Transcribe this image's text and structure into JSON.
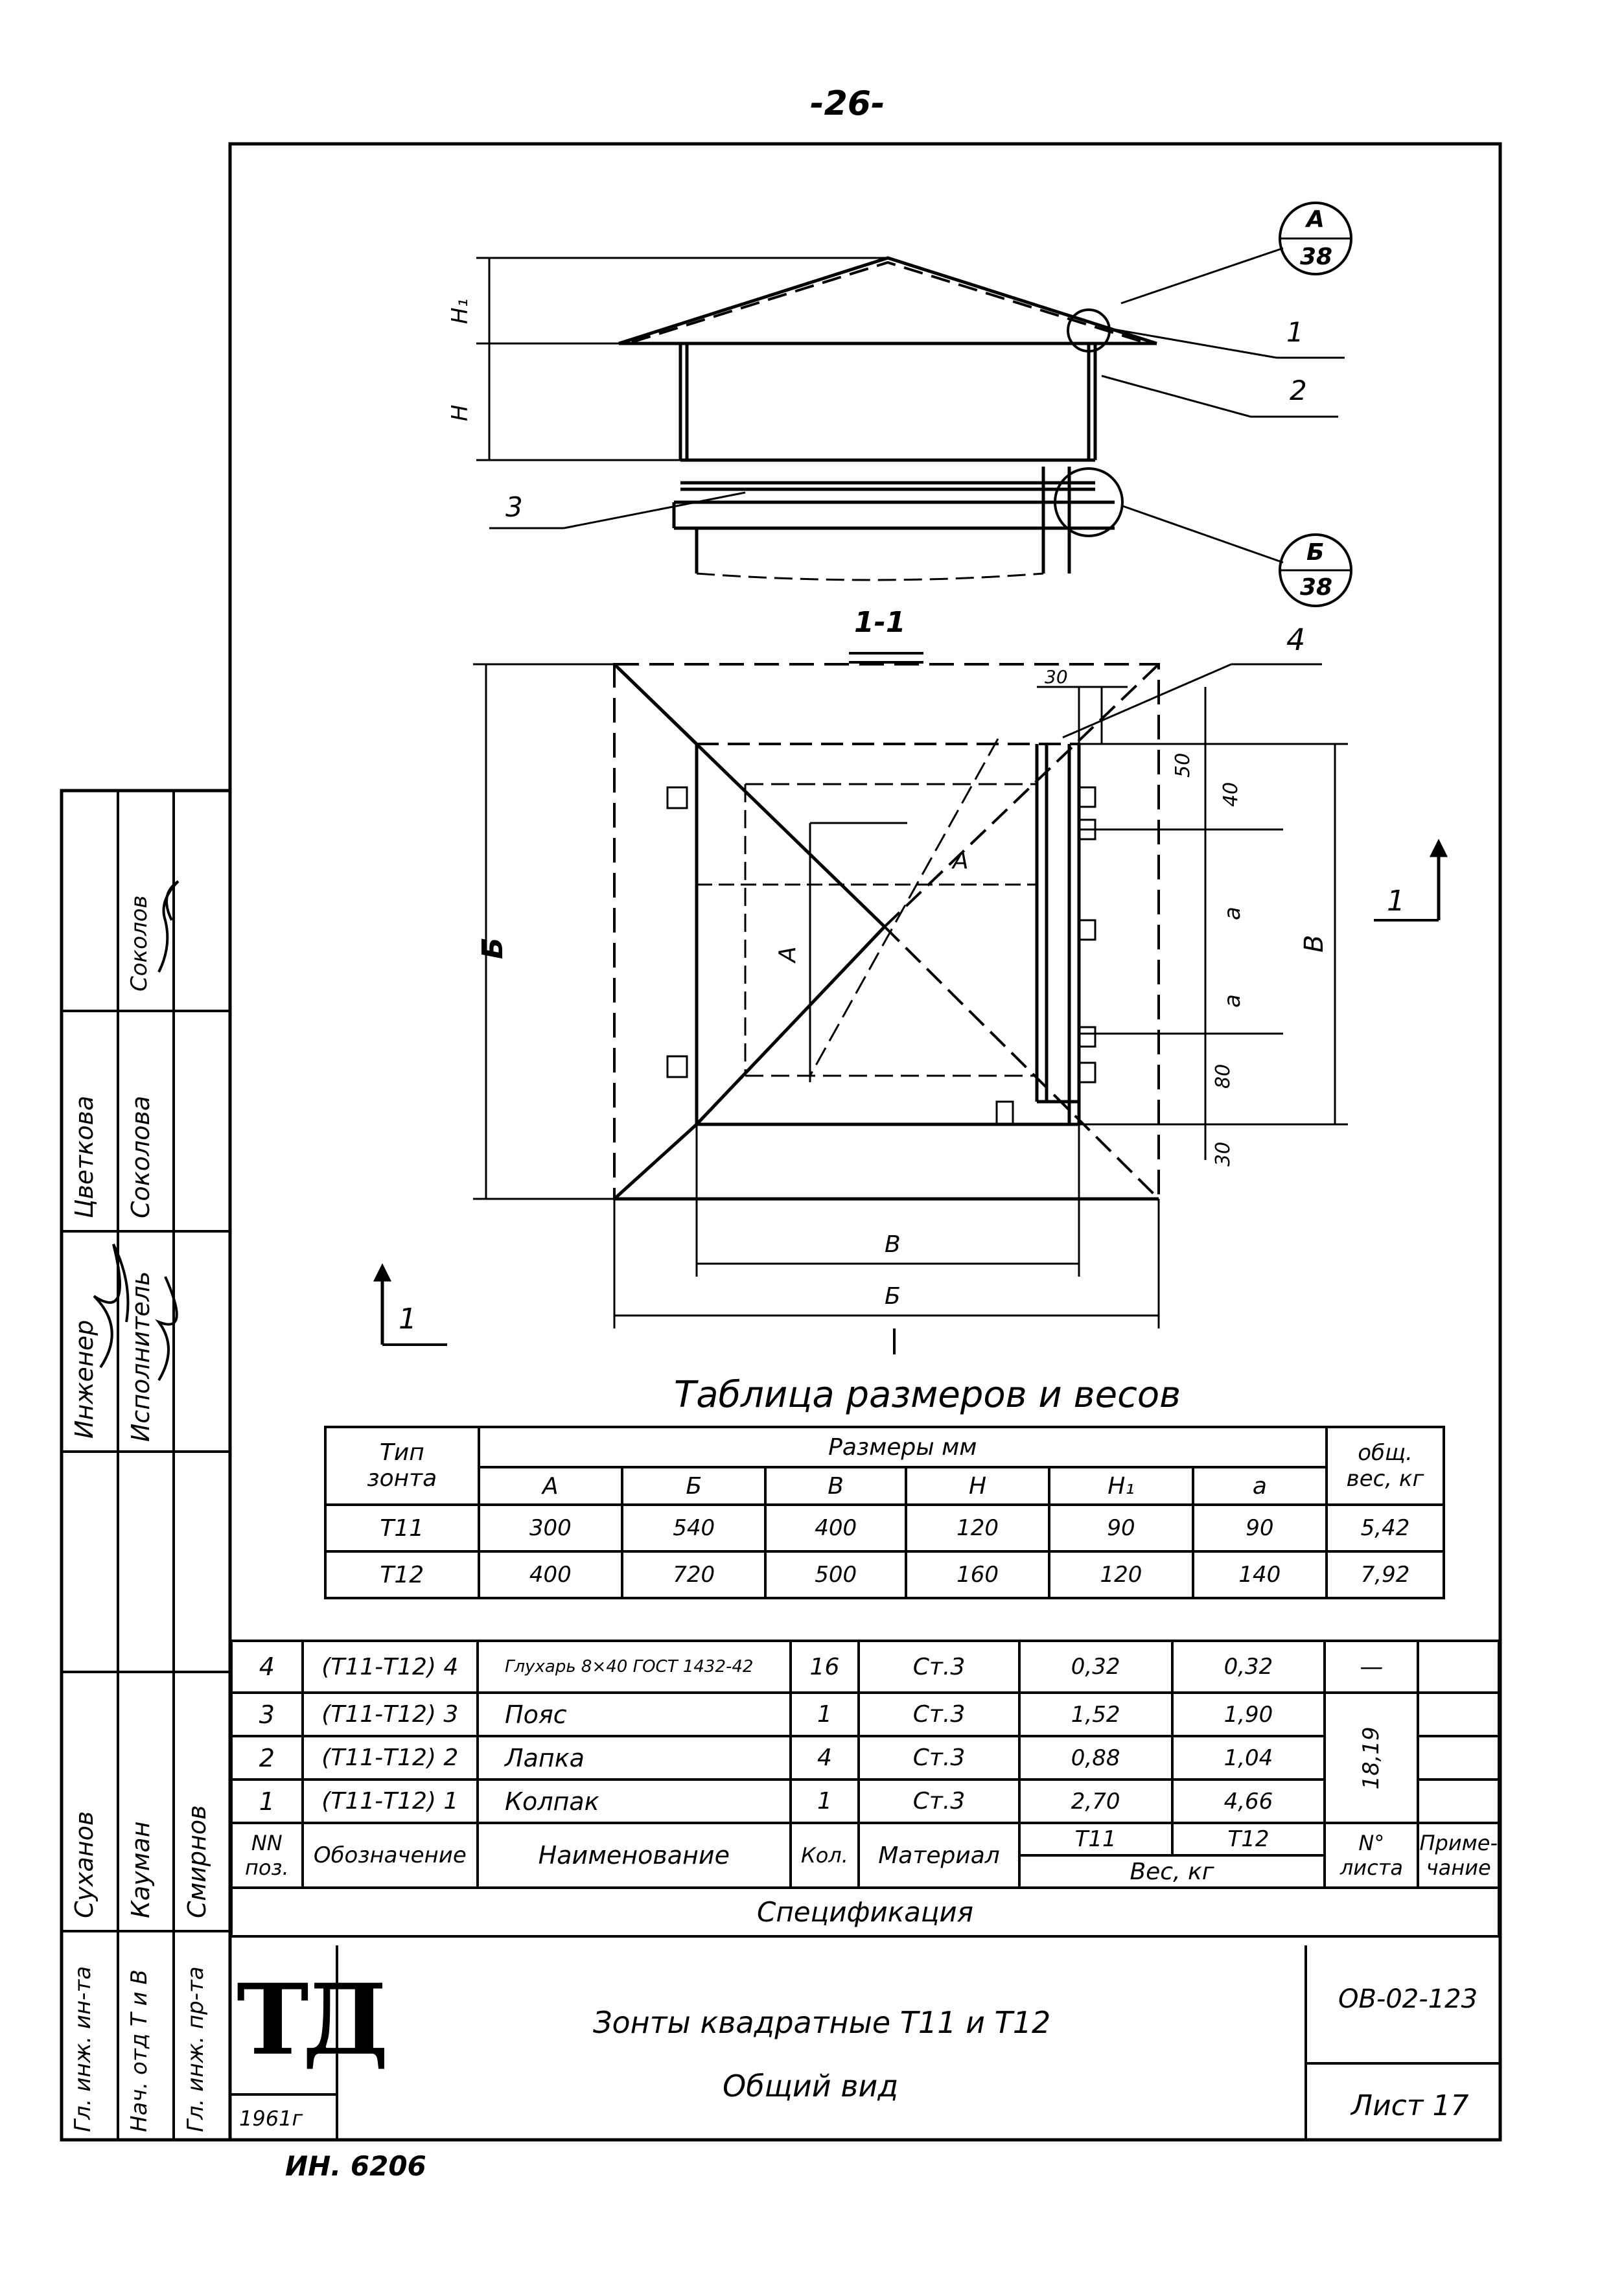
{
  "page_number": "-26-",
  "callouts": {
    "a_top": "А",
    "a_bottom": "38",
    "b_top": "Б",
    "b_bottom": "38"
  },
  "drawing_labels": {
    "dim_h1": "Н₁",
    "dim_h": "Н",
    "pos1": "1",
    "pos2": "2",
    "pos3": "3",
    "pos4": "4",
    "section": "1-1",
    "dim_30_top": "30",
    "dim_50": "50",
    "dim_40": "40",
    "dim_a1": "а",
    "dim_a2": "а",
    "dim_80": "80",
    "dim_30_bottom": "30",
    "dim_B_right": "В",
    "dim_B_bottom": "В",
    "dim_Б_left": "Б",
    "dim_Б_bottom": "Б",
    "dim_A_vert": "А",
    "dim_A_diag": "А",
    "cut_right": "1",
    "cut_left": "1"
  },
  "sizes_table": {
    "title": "Таблица размеров и весов",
    "head_type_line1": "Тип",
    "head_type_line2": "зонта",
    "head_sizes": "Размеры мм",
    "head_weight_line1": "общ.",
    "head_weight_line2": "вес, кг",
    "columns": [
      "А",
      "Б",
      "В",
      "Н",
      "Н₁",
      "а"
    ],
    "rows": [
      [
        "Т11",
        "300",
        "540",
        "400",
        "120",
        "90",
        "90",
        "5,42"
      ],
      [
        "Т12",
        "400",
        "720",
        "500",
        "160",
        "120",
        "140",
        "7,92"
      ]
    ]
  },
  "spec_table": {
    "rows": [
      {
        "pos": "4",
        "designation": "(Т11-Т12) 4",
        "name": "Глухарь 8×40 ГОСТ 1432-42",
        "qty": "16",
        "material": "Ст.3",
        "w11": "0,32",
        "w12": "0,32",
        "sheet": "—",
        "note": ""
      },
      {
        "pos": "3",
        "designation": "(Т11-Т12) 3",
        "name": "Пояс",
        "qty": "1",
        "material": "Ст.3",
        "w11": "1,52",
        "w12": "1,90",
        "sheet": "",
        "note": ""
      },
      {
        "pos": "2",
        "designation": "(Т11-Т12) 2",
        "name": "Лапка",
        "qty": "4",
        "material": "Ст.3",
        "w11": "0,88",
        "w12": "1,04",
        "sheet": "",
        "note": ""
      },
      {
        "pos": "1",
        "designation": "(Т11-Т12) 1",
        "name": "Колпак",
        "qty": "1",
        "material": "Ст.3",
        "w11": "2,70",
        "w12": "4,66",
        "sheet": "",
        "note": ""
      }
    ],
    "sheet_merged": "18,19",
    "head_pos_line1": "NN",
    "head_pos_line2": "поз.",
    "head_designation": "Обозначение",
    "head_name": "Наименование",
    "head_qty": "Кол.",
    "head_material": "Материал",
    "head_t11": "Т11",
    "head_t12": "Т12",
    "head_weight": "Вес, кг",
    "head_sheet_line1": "N°",
    "head_sheet_line2": "листа",
    "head_note_line1": "Приме-",
    "head_note_line2": "чание",
    "caption": "Спецификация"
  },
  "title_block": {
    "logo": "ТД",
    "year": "1961г",
    "title_line1": "Зонты квадратные Т11 и Т12",
    "title_line2": "Общий вид",
    "code": "ОВ-02-123",
    "sheet": "Лист 17"
  },
  "side_stamp": {
    "roles_top": [
      "Инженер",
      "Исполнитель"
    ],
    "names_top": [
      "Цветкова",
      "Соколова"
    ],
    "sign_top": "Соколов",
    "roles_bottom": [
      "Гл. инж. ин-та",
      "Нач. отд Т и В",
      "Гл. инж. пр-та"
    ],
    "names_bottom": [
      "Суханов",
      "Кауман",
      "Смирнов"
    ]
  },
  "inventory": "ИН. 6206"
}
